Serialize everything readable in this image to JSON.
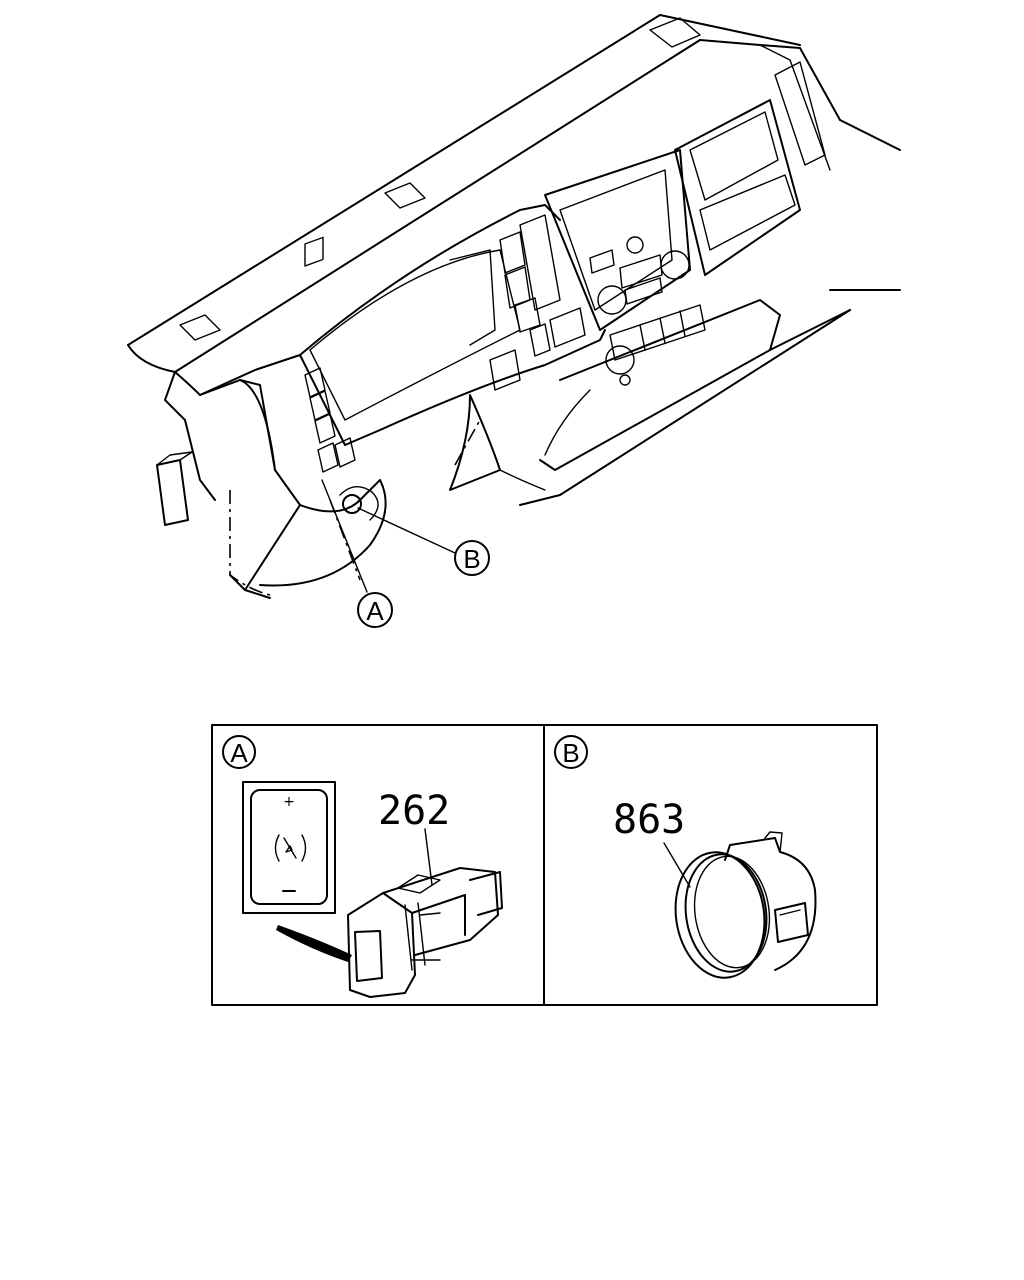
{
  "callouts": {
    "a": "A",
    "b": "B"
  },
  "panels": [
    {
      "letter": "A",
      "part_number": "262",
      "part": "switch"
    },
    {
      "letter": "B",
      "part_number": "863",
      "part": "round plug"
    }
  ],
  "colors": {
    "line": "#000000",
    "background": "#ffffff"
  }
}
